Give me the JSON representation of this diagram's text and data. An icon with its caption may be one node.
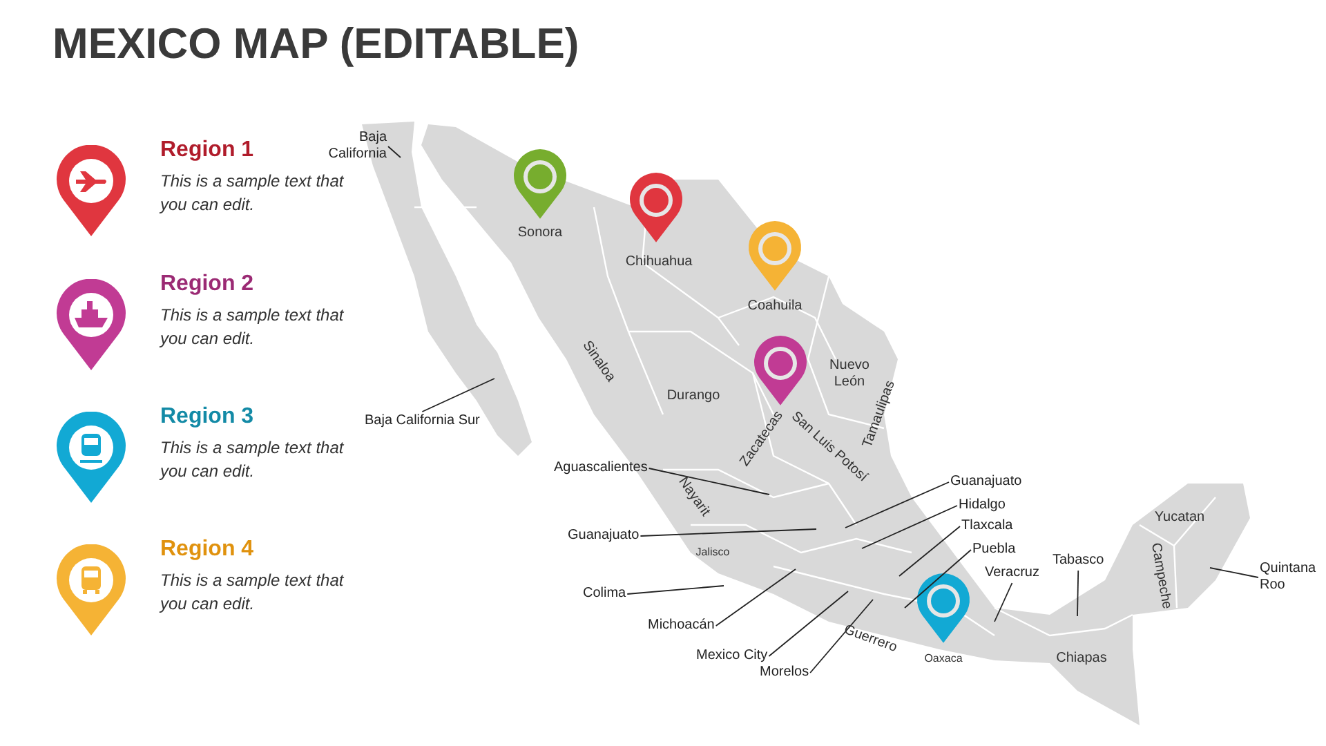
{
  "diagram": {
    "title": "MEXICO MAP (EDITABLE)",
    "nodes": [
      {
        "text": [
          "Region 1",
          "This is a sample text that you can edit."
        ]
      },
      {
        "text": [
          "Region 2",
          "This is a sample text that you can edit."
        ]
      },
      {
        "text": [
          "Region 3",
          "This is a sample text that you can edit."
        ]
      },
      {
        "text": [
          "Region 4",
          "This is a sample text that you can edit."
        ]
      },
      {
        "text": [
          "Baja California"
        ]
      },
      {
        "text": [
          "Baja California Sur"
        ]
      },
      {
        "text": [
          "Aguascalientes"
        ]
      },
      {
        "text": [
          "Guanajuato"
        ]
      },
      {
        "text": [
          "Guanajuato"
        ]
      },
      {
        "text": [
          "Hidalgo"
        ]
      },
      {
        "text": [
          "Tlaxcala"
        ]
      },
      {
        "text": [
          "Puebla"
        ]
      },
      {
        "text": [
          "Veracruz"
        ]
      },
      {
        "text": [
          "Colima"
        ]
      },
      {
        "text": [
          "Michoacán"
        ]
      },
      {
        "text": [
          "Tabasco"
        ]
      },
      {
        "text": [
          "Mexico City"
        ]
      },
      {
        "text": [
          "Morelos"
        ]
      },
      {
        "text": [
          "Quintana Roo"
        ]
      }
    ],
    "edges": [
      {
        "from": 4,
        "to": null,
        "arrow": "none"
      },
      {
        "from": 5,
        "to": null,
        "arrow": "none"
      },
      {
        "from": 6,
        "to": null,
        "arrow": "none"
      },
      {
        "from": 7,
        "to": null,
        "arrow": "none"
      },
      {
        "from": 8,
        "to": null,
        "arrow": "none"
      },
      {
        "from": 9,
        "to": null,
        "arrow": "none"
      },
      {
        "from": 10,
        "to": null,
        "arrow": "none"
      },
      {
        "from": 11,
        "to": null,
        "arrow": "none"
      },
      {
        "from": 12,
        "to": null,
        "arrow": "none"
      },
      {
        "from": 13,
        "to": null,
        "arrow": "none"
      },
      {
        "from": 14,
        "to": null,
        "arrow": "none"
      },
      {
        "from": 15,
        "to": null,
        "arrow": "none"
      },
      {
        "from": 16,
        "to": null,
        "arrow": "none"
      },
      {
        "from": 17,
        "to": null,
        "arrow": "none"
      },
      {
        "from": 18,
        "to": null,
        "arrow": "none"
      }
    ],
    "labels": [
      "Sonora",
      "Chihuahua",
      "Coahuila",
      "Sinaloa",
      "Durango",
      "Nuevo León",
      "Zacatecas",
      "San Luis Potosí",
      "Tamaulipas",
      "Nayarit",
      "Jalisco",
      "Guerrero",
      "Oaxaca",
      "Yucatan",
      "Campeche",
      "Chiapas"
    ]
  }
}
